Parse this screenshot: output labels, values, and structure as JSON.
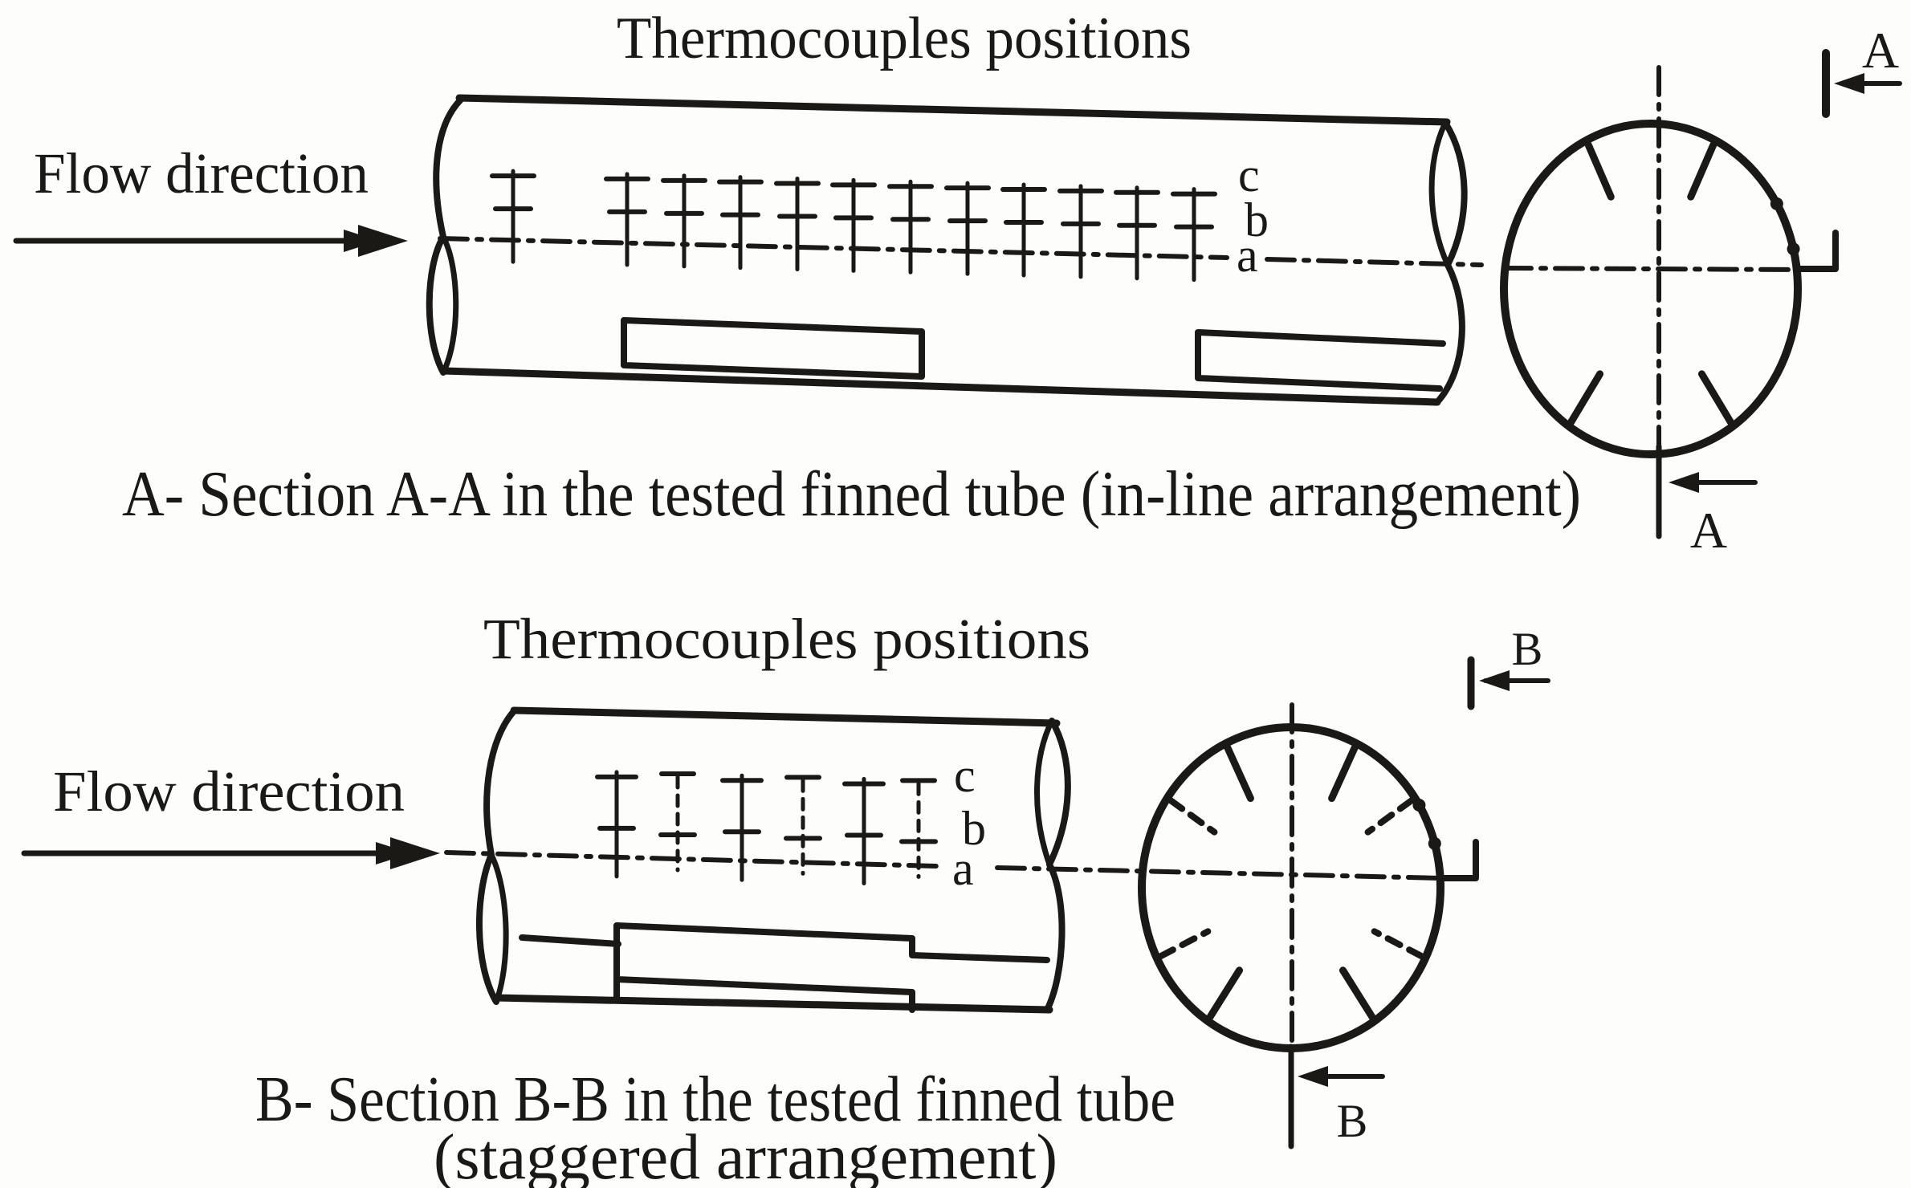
{
  "page": {
    "background": "#fdfdfb",
    "ink": "#1b1916",
    "description": "Thermocouples positions in tested finned tubes, sections A-A and B-B"
  },
  "diagram_a": {
    "title": "Thermocouples positions",
    "flow_label": "Flow direction",
    "caption": "A- Section A-A in the tested finned tube (in-line arrangement)",
    "section_letter": "A",
    "probe_labels": {
      "top": "c",
      "mid": "b",
      "axis": "a"
    },
    "thermocouples": {
      "count": 12,
      "positions_x": [
        639,
        781,
        852,
        922,
        993,
        1063,
        1134,
        1205,
        1275,
        1346,
        1416,
        1487
      ],
      "styles": [
        "solid",
        "solid",
        "solid",
        "solid",
        "solid",
        "solid",
        "solid",
        "solid",
        "solid",
        "solid",
        "solid",
        "solid"
      ]
    },
    "fins": {
      "solid_angles_deg": [
        64,
        116,
        236,
        304
      ],
      "dashed_angles_deg": []
    }
  },
  "diagram_b": {
    "title": "Thermocouples positions",
    "flow_label": "Flow direction",
    "caption_line1": "B- Section B-B in the tested finned tube",
    "caption_line2": "(staggered arrangement)",
    "section_letter": "B",
    "probe_labels": {
      "top": "c",
      "mid": "b",
      "axis": "a"
    },
    "thermocouples": {
      "count": 6,
      "positions_x": [
        768,
        844,
        924,
        1000,
        1076,
        1144
      ],
      "styles": [
        "solid",
        "dashed",
        "solid",
        "dashed",
        "solid",
        "dashed"
      ]
    },
    "fins": {
      "solid_angles_deg": [
        64,
        116,
        236,
        304
      ],
      "dashed_angles_deg": [
        34,
        146,
        206,
        334
      ]
    }
  }
}
